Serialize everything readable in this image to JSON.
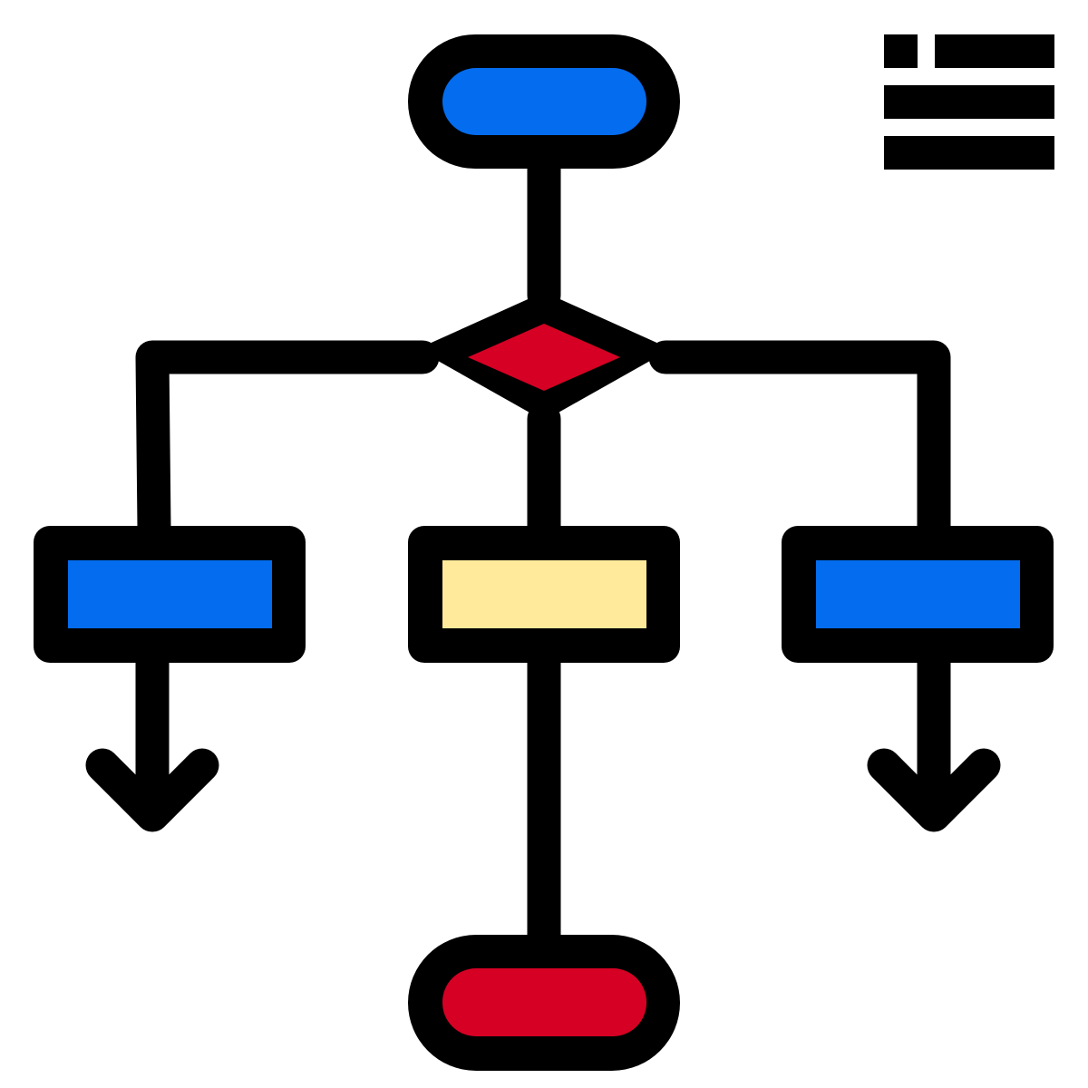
{
  "icon": {
    "name": "flowchart-icon",
    "labels": []
  },
  "colors": {
    "outline": "#000000",
    "background": "#ffffff",
    "terminal_start": "#046cee",
    "decision": "#d60024",
    "process_left": "#046cee",
    "process_center": "#feea9a",
    "process_right": "#046cee",
    "terminal_end": "#d60024"
  },
  "nodes": [
    {
      "id": "start",
      "shape": "terminal",
      "fill_key": "terminal_start"
    },
    {
      "id": "decision",
      "shape": "diamond",
      "fill_key": "decision"
    },
    {
      "id": "process-left",
      "shape": "rectangle",
      "fill_key": "process_left"
    },
    {
      "id": "process-center",
      "shape": "rectangle",
      "fill_key": "process_center"
    },
    {
      "id": "process-right",
      "shape": "rectangle",
      "fill_key": "process_right"
    },
    {
      "id": "end",
      "shape": "terminal",
      "fill_key": "terminal_end"
    }
  ],
  "edges": [
    {
      "from": "start",
      "to": "decision"
    },
    {
      "from": "decision",
      "to": "process-left"
    },
    {
      "from": "decision",
      "to": "process-center"
    },
    {
      "from": "decision",
      "to": "process-right"
    },
    {
      "from": "process-center",
      "to": "end"
    },
    {
      "from": "process-left",
      "to": "continues-below",
      "arrow": true
    },
    {
      "from": "process-right",
      "to": "continues-below",
      "arrow": true
    }
  ],
  "legend": {
    "name": "menu-lines-icon",
    "rows": 3
  }
}
